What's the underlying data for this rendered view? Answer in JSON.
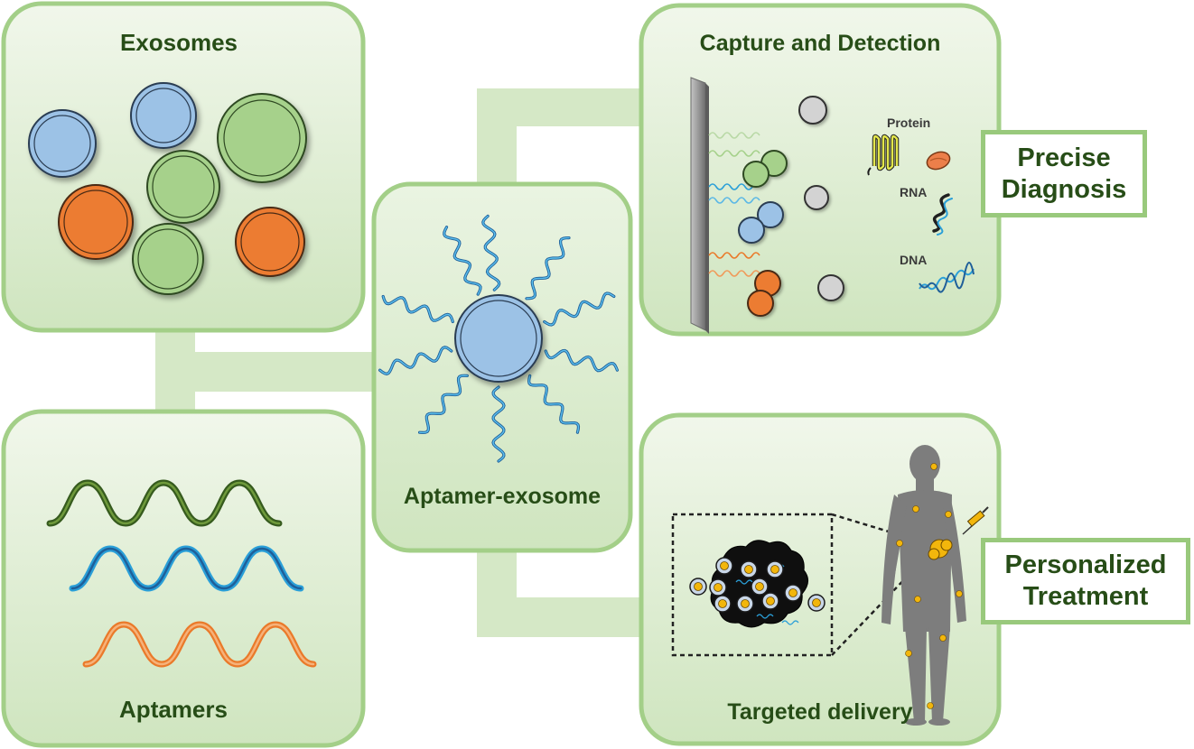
{
  "panels": {
    "exosomes": {
      "title": "Exosomes"
    },
    "capture": {
      "title": "Capture and Detection",
      "protein_label": "Protein",
      "rna_label": "RNA",
      "dna_label": "DNA"
    },
    "aptamer_exosome": {
      "title": "Aptamer-exosome"
    },
    "aptamers": {
      "title": "Aptamers"
    },
    "targeted": {
      "title": "Targeted delivery"
    }
  },
  "callouts": {
    "diagnosis": {
      "line1": "Precise",
      "line2": "Diagnosis"
    },
    "treatment": {
      "line1": "Personalized",
      "line2": "Treatment"
    }
  },
  "colors": {
    "panel_fill": "#e6f1dc",
    "panel_border": "#a3cf88",
    "connector": "#d5e8c6",
    "title_text": "#274d17",
    "blue": "#9cc2e6",
    "green": "#a6d18b",
    "orange": "#ec7c31",
    "gray": "#d3d3d3",
    "aptamer_dark_green": "#365b1e",
    "aptamer_blue": "#2a9fd8",
    "aptamer_orange": "#ea7a2a",
    "body_gray": "#7d7d7d",
    "gold": "#f2b60c"
  },
  "icons": [
    "protein-icon",
    "rna-helix-icon",
    "dna-helix-icon",
    "syringe-icon",
    "human-body-icon",
    "tumor-icon"
  ]
}
